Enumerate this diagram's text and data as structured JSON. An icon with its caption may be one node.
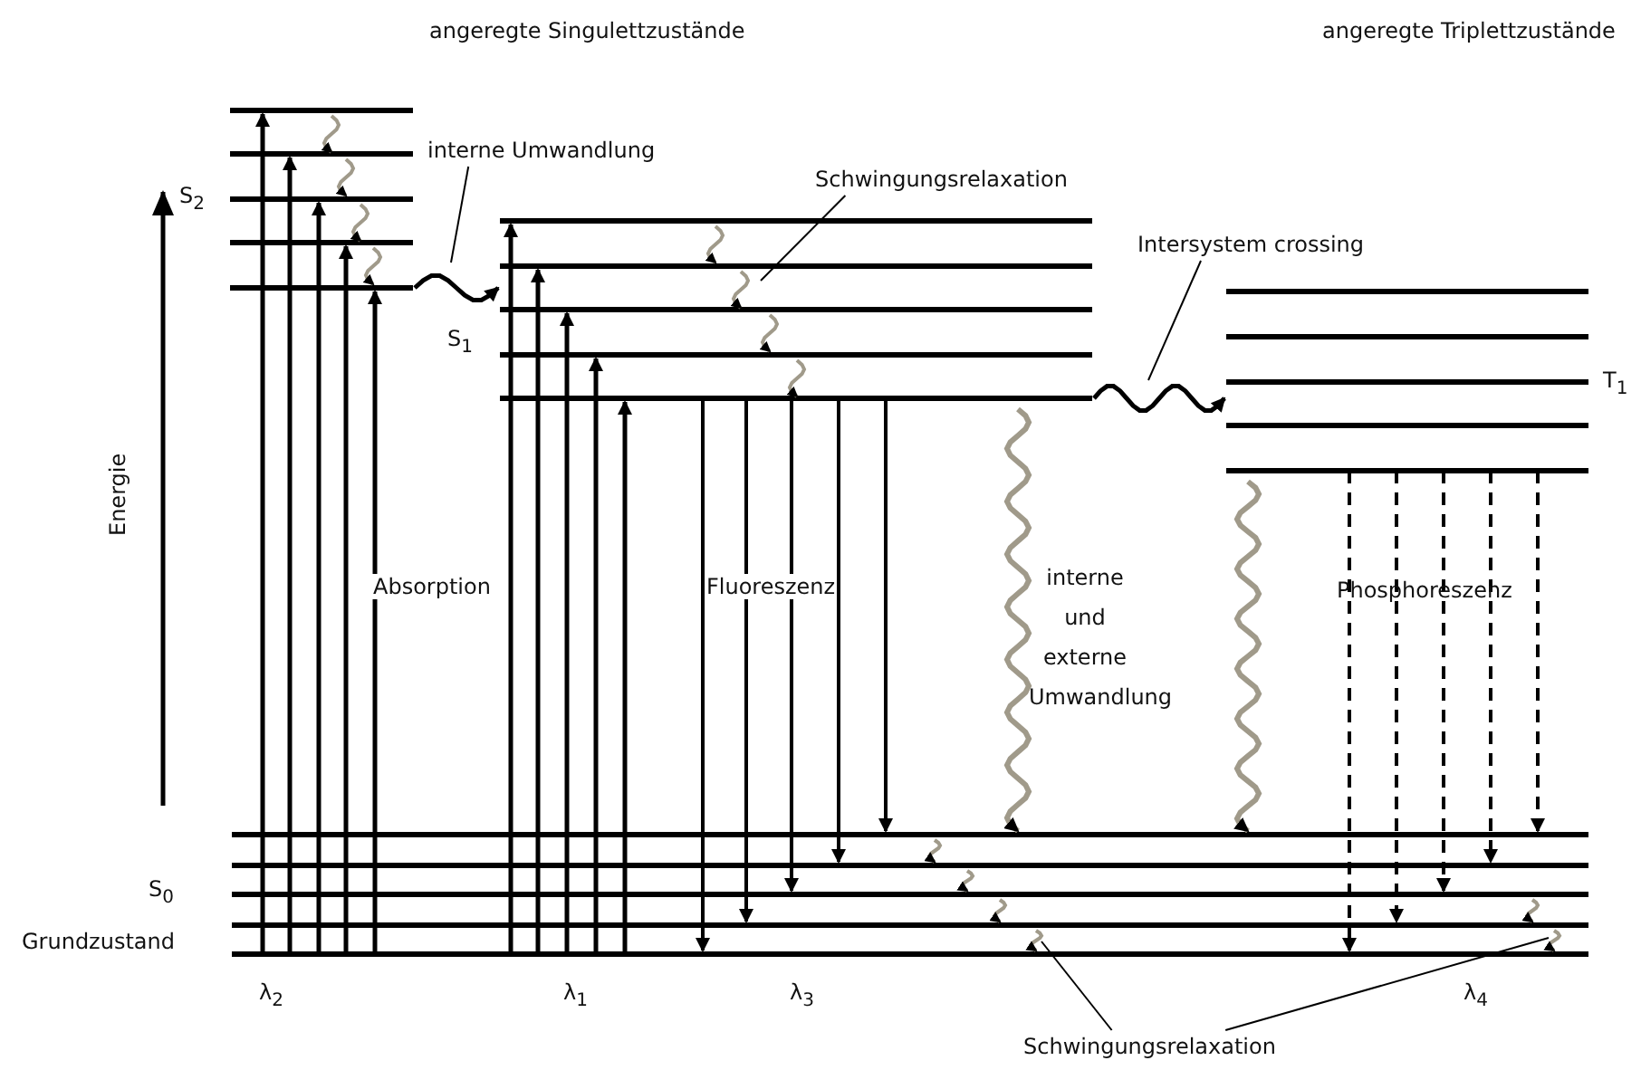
{
  "diagram": {
    "nodes": [
      {
        "text": [
          "interne Umwandlung"
        ]
      },
      {
        "text": [
          "Schwingungsrelaxation"
        ]
      },
      {
        "text": [
          "Intersystem crossing"
        ]
      },
      {
        "text": [
          "Schwingungsrelaxation"
        ]
      }
    ],
    "edges": [
      {
        "from": 0,
        "to": null,
        "arrow": "none"
      },
      {
        "from": 1,
        "to": null,
        "arrow": "none"
      },
      {
        "from": 2,
        "to": null,
        "arrow": "none"
      },
      {
        "from": 3,
        "to": null,
        "arrow": "none"
      },
      {
        "from": 3,
        "to": null,
        "arrow": "none"
      }
    ],
    "labels": [
      "angeregte Singulettzustände",
      "angeregte Triplettzustände",
      "S$_{2}$",
      "S$_{1}$",
      "T$_{1}$",
      "Energie",
      "Absorption",
      "Fluoreszenz",
      "interne und externe Umwandlung",
      "Phosphoreszenz",
      "S$_{0}$",
      "Grundzustand",
      "λ$_{2}$",
      "λ$_{1}$",
      "λ$_{3}$",
      "λ$_{4}$"
    ]
  }
}
